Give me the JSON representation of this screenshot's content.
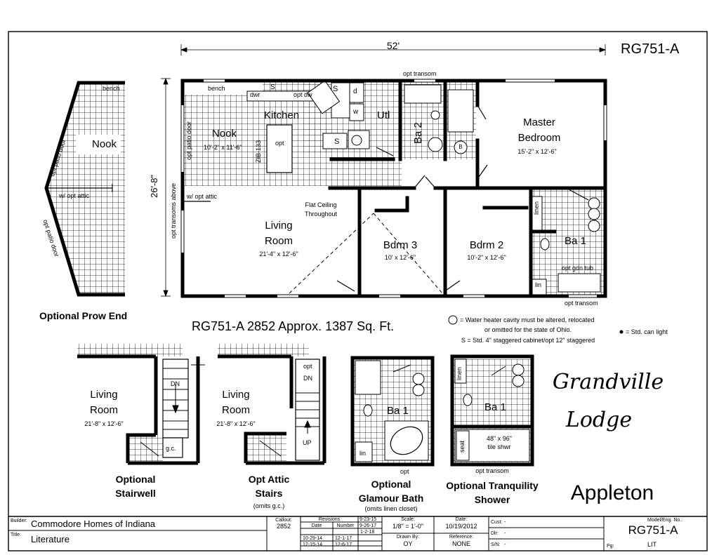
{
  "plan": {
    "model_code": "RG751-A",
    "overall_width": "52'",
    "overall_depth": "26'-8\"",
    "left_wall_note": "opt transoms above",
    "flat_ceiling_note": [
      "Flat Ceiling",
      "Throughout"
    ],
    "rooms": {
      "nook": {
        "name": "Nook",
        "size": "10'-2\" x 11'-6\""
      },
      "kitchen": {
        "name": "Kitchen"
      },
      "utility": {
        "name": "Utl"
      },
      "bath2": {
        "name": "Ba 2"
      },
      "master": {
        "name": [
          "Master",
          "Bedroom"
        ],
        "size": "15'-2\" x 12'-6\""
      },
      "living": {
        "name": [
          "Living",
          "Room"
        ],
        "size": "21'-4\" x 12'-6\""
      },
      "bdrm3": {
        "name": "Bdrm 3",
        "size": "10' x 12'-6\""
      },
      "bdrm2": {
        "name": "Bdrm 2",
        "size": "10'-2\" x 12'-6\""
      },
      "bath1": {
        "name": "Ba 1"
      }
    },
    "fixture_labels": {
      "bench": "bench",
      "dwr": "dwr",
      "s": "S",
      "opt_dw": "opt dw",
      "d": "d",
      "w": "w",
      "opt": "opt",
      "zib": "ZIB-133",
      "patio_door": "opt patio door",
      "attic": "w/ opt attic",
      "linen": "linen",
      "lin": "lin",
      "gdn_tub": "opt gdn tub",
      "transom": "opt transom",
      "water_heater": "B"
    }
  },
  "prow": {
    "title": "Optional Prow End",
    "nook": "Nook",
    "bench": "bench",
    "patio_door": "opt patio door",
    "attic": "w/ opt attic"
  },
  "summary": {
    "headline": "RG751-A 2852  Approx. 1387 Sq. Ft.",
    "notes": [
      "= Water heater cavity must be altered, relocated",
      "or omitted for the state of Ohio.",
      "S = Std. 4\" staggered cabinet/opt 12\" staggered"
    ],
    "can_light": "= Std. can light"
  },
  "options": [
    {
      "title": [
        "Optional",
        "Stairwell"
      ],
      "room": [
        "Living",
        "Room"
      ],
      "size": "21'-8\" x 12'-6\"",
      "dn": "DN",
      "gc": "g.c."
    },
    {
      "title": [
        "Opt Attic",
        "Stairs"
      ],
      "sub": "(omits g.c.)",
      "room": [
        "Living",
        "Room"
      ],
      "size": "21'-8\" x 12'-6\"",
      "opt": "opt",
      "dn": "DN",
      "up": "UP"
    },
    {
      "title": [
        "Optional",
        "Glamour Bath"
      ],
      "sub": "(omits linen closet)",
      "room": "Ba 1",
      "lin": "lin",
      "opt": "opt"
    },
    {
      "title": [
        "Optional Tranquility",
        "Shower"
      ],
      "room": "Ba 1",
      "linen": "linen",
      "seat": "seat",
      "shower": [
        "48\" x 96\"",
        "tile shwr"
      ],
      "transom": "opt transom"
    }
  ],
  "branding": {
    "line1": "Grandville",
    "line2": "Lodge",
    "series": "Appleton"
  },
  "titleblock": {
    "builder_label": "Builder:",
    "builder": "Commodore Homes of Indiana",
    "title_label": "Title:",
    "title": "Literature",
    "callout_label": "Callout:",
    "callout": "2852",
    "revisions_label": "Revisions",
    "rev_date_label": "Date",
    "rev_number_label": "Number",
    "revisions": [
      "9-23-15",
      "1-2-18",
      "9-26-17",
      "10-29-14",
      "12-1-17",
      "12-15-14",
      "12-6-17"
    ],
    "scale_label": "Scale:",
    "scale": "1/8\" = 1'-0\"",
    "date_label": "Date:",
    "date": "10/19/2012",
    "drawn_label": "Drawn By:",
    "drawn": "OY",
    "ref_label": "Reference:",
    "ref": "NONE",
    "cust_label": "Cust:",
    "cust": "-",
    "dlr_label": "Dlr:",
    "dlr": "-",
    "sn_label": "S/N:",
    "sn": "-",
    "model_label": "Model/Eng. No.:",
    "model": "RG751-A",
    "pg_label": "Pg:",
    "pg": "LIT"
  }
}
